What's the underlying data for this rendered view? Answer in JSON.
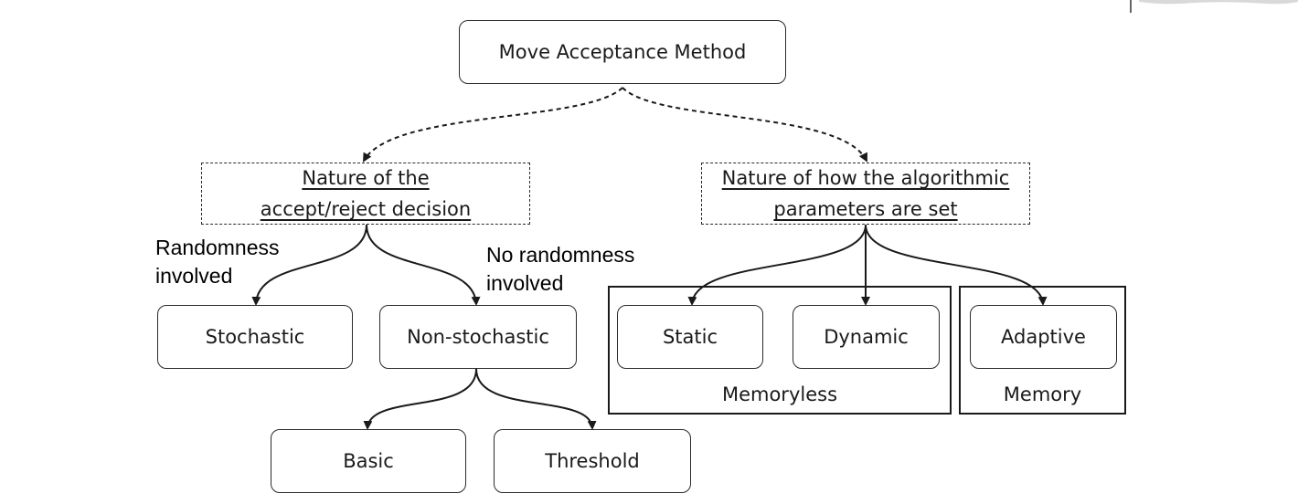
{
  "diagram": {
    "root": {
      "label": "Move Acceptance Method"
    },
    "category_left": {
      "line1": "Nature of the",
      "line2": "accept/reject decision"
    },
    "category_right": {
      "line1": "Nature of how the algorithmic",
      "line2": "parameters are set"
    },
    "annotations": {
      "randomness": {
        "line1": "Randomness",
        "line2": "involved"
      },
      "no_randomness": {
        "line1": "No randomness",
        "line2": "involved"
      }
    },
    "nodes": {
      "stochastic": "Stochastic",
      "non_stochastic": "Non-stochastic",
      "basic": "Basic",
      "threshold": "Threshold",
      "static": "Static",
      "dynamic": "Dynamic",
      "adaptive": "Adaptive"
    },
    "groups": {
      "memoryless": "Memoryless",
      "memory": "Memory"
    }
  }
}
